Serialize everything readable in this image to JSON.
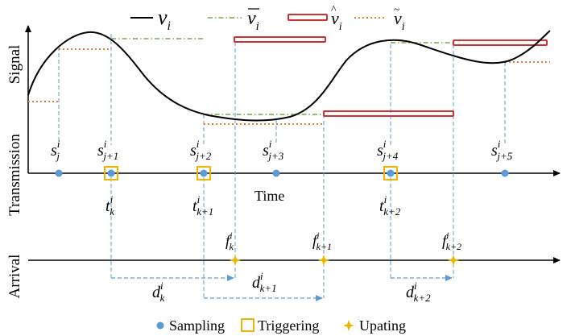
{
  "legend": {
    "v": {
      "base": "v",
      "sub": "i"
    },
    "vbar": {
      "base": "v",
      "sub": "i"
    },
    "vhat": {
      "base": "v",
      "sub": "i"
    },
    "vtilde": {
      "base": "v",
      "sub": "i"
    }
  },
  "axes": {
    "signal": "Signal",
    "transmission": "Transmission",
    "arrival": "Arrival",
    "time": "Time"
  },
  "samples": [
    {
      "base": "s",
      "sup": "i",
      "sub": "j"
    },
    {
      "base": "s",
      "sup": "i",
      "sub": "j+1"
    },
    {
      "base": "s",
      "sup": "i",
      "sub": "j+2"
    },
    {
      "base": "s",
      "sup": "i",
      "sub": "j+3"
    },
    {
      "base": "s",
      "sup": "i",
      "sub": "j+4"
    },
    {
      "base": "s",
      "sup": "i",
      "sub": "j+5"
    }
  ],
  "triggers": [
    {
      "base": "t",
      "sup": "i",
      "sub": "k"
    },
    {
      "base": "t",
      "sup": "i",
      "sub": "k+1"
    },
    {
      "base": "t",
      "sup": "i",
      "sub": "k+2"
    }
  ],
  "arrivals": [
    {
      "base": "f",
      "sup": "i",
      "sub": "k"
    },
    {
      "base": "f",
      "sup": "i",
      "sub": "k+1"
    },
    {
      "base": "f",
      "sup": "i",
      "sub": "k+2"
    }
  ],
  "delays": [
    {
      "base": "d",
      "sup": "i",
      "sub": "k"
    },
    {
      "base": "d",
      "sup": "i",
      "sub": "k+1"
    },
    {
      "base": "d",
      "sup": "i",
      "sub": "k+2"
    }
  ],
  "bottom_legend": {
    "sampling": "Sampling",
    "triggering": "Triggering",
    "updating": "Upating"
  },
  "colors": {
    "curve": "#000000",
    "vbar": "#70ad47",
    "vhat": "#d32f2f",
    "vtilde": "#ed7d31",
    "guide": "#5b9bd5",
    "sample": "#5b9bd5",
    "trigger": "#f0b400",
    "update": "#f0b400"
  }
}
